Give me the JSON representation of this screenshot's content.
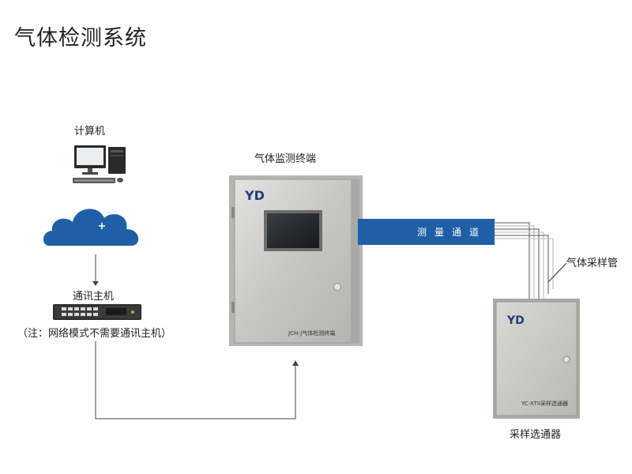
{
  "title": "气体检测系统",
  "labels": {
    "computer": "计算机",
    "comm_host": "通讯主机",
    "note": "（注：网络模式不需要通讯主机）",
    "terminal": "气体监测终端",
    "channel": "测量通道",
    "tube": "气体采样管",
    "selector": "采样选通器"
  },
  "device_text": {
    "terminal_nameplate": "JCH-J气体检测终端",
    "selector_nameplate": "YC-XTII采样选通器"
  },
  "colors": {
    "accent_blue": "#1f5fa6",
    "cabinet": "#c9c9c5",
    "line": "#444444"
  },
  "icons": [
    "computer-icon",
    "cloud-icon",
    "switch-icon",
    "terminal-cabinet",
    "selector-cabinet"
  ]
}
